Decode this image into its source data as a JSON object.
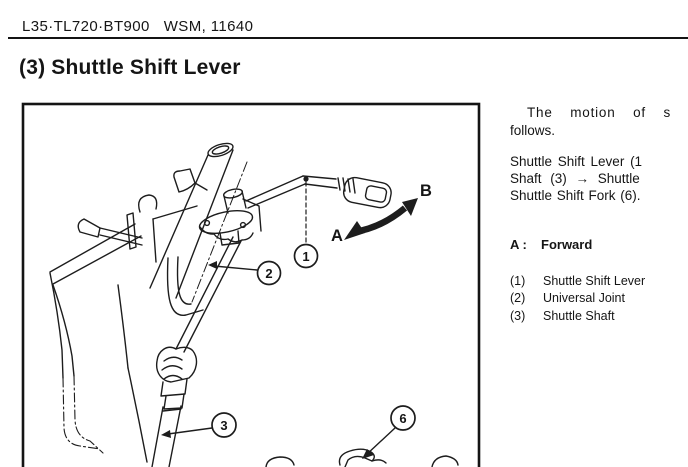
{
  "header": {
    "code": "L35·TL720·BT900",
    "wsm_ref": "WSM, 11640"
  },
  "section": {
    "title": "(3) Shuttle Shift Lever"
  },
  "figure": {
    "callouts": {
      "c1": "1",
      "c2": "2",
      "c3": "3",
      "c6": "6"
    },
    "arrows": {
      "a": "A",
      "b": "B"
    }
  },
  "text_column": {
    "intro": {
      "line1": "The motion of s",
      "line2": "follows."
    },
    "flow": {
      "line1": "Shuttle Shift Lever (1",
      "line2": "Shaft (3) → Shuttle",
      "line3": "Shuttle Shift Fork (6)."
    },
    "direction": {
      "key": "A :",
      "value": "Forward"
    },
    "legend": [
      {
        "num": "(1)",
        "label": "Shuttle Shift Lever"
      },
      {
        "num": "(2)",
        "label": "Universal Joint"
      },
      {
        "num": "(3)",
        "label": "Shuttle Shaft"
      }
    ]
  }
}
